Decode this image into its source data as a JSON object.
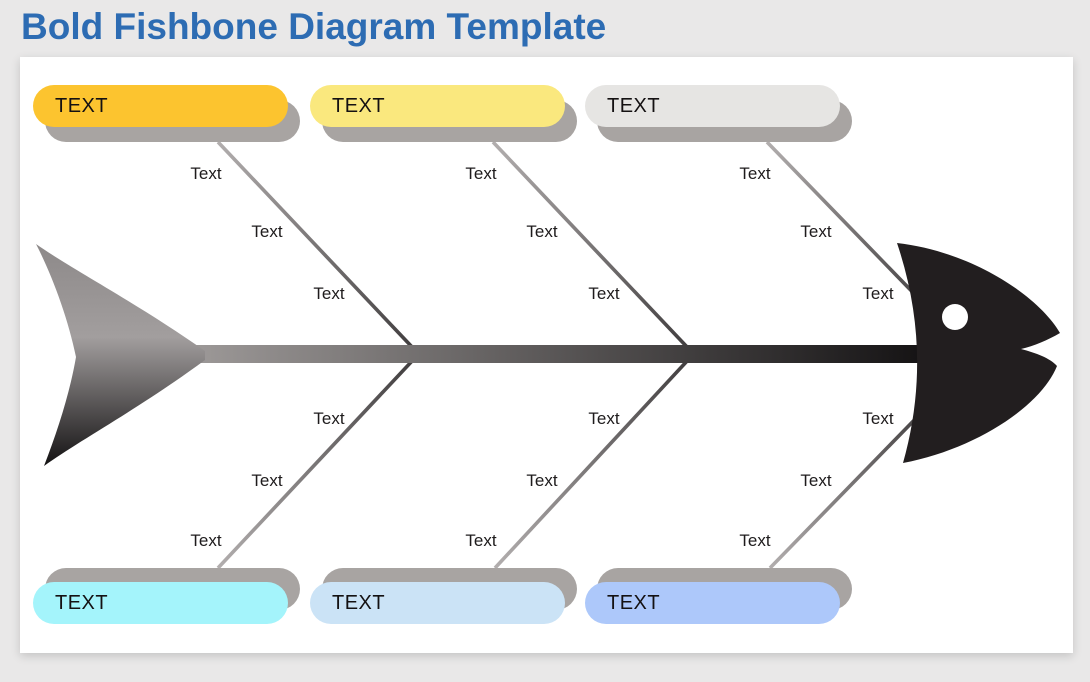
{
  "page": {
    "title": "Bold Fishbone Diagram Template",
    "title_color": "#2D6CB3",
    "background_color": "#E9E8E8",
    "canvas_color": "#FFFFFF"
  },
  "diagram": {
    "pill_shadow_color": "#A8A4A2",
    "top_pills": [
      {
        "label": "TEXT",
        "color": "#FCC42F"
      },
      {
        "label": "TEXT",
        "color": "#FAE87E"
      },
      {
        "label": "TEXT",
        "color": "#E6E5E3"
      }
    ],
    "bottom_pills": [
      {
        "label": "TEXT",
        "color": "#A4F4FB"
      },
      {
        "label": "TEXT",
        "color": "#CBE3F6"
      },
      {
        "label": "TEXT",
        "color": "#ADC8FA"
      }
    ],
    "top_branches": [
      {
        "labels": [
          "Text",
          "Text",
          "Text"
        ]
      },
      {
        "labels": [
          "Text",
          "Text",
          "Text"
        ]
      },
      {
        "labels": [
          "Text",
          "Text",
          "Text"
        ]
      }
    ],
    "bottom_branches": [
      {
        "labels": [
          "Text",
          "Text",
          "Text"
        ]
      },
      {
        "labels": [
          "Text",
          "Text",
          "Text"
        ]
      },
      {
        "labels": [
          "Text",
          "Text",
          "Text"
        ]
      }
    ],
    "fish": {
      "head_color": "#221E1F",
      "eye_color": "#FFFFFF",
      "spine_start_color": "#A5A1A0",
      "spine_end_color": "#151314",
      "tail_top_color": "#8D8989",
      "tail_mid_color": "#A29E9E",
      "tail_bottom_color": "#141213",
      "bone_light_color": "#B2AEAE",
      "bone_dark_color": "#413E3F"
    }
  }
}
